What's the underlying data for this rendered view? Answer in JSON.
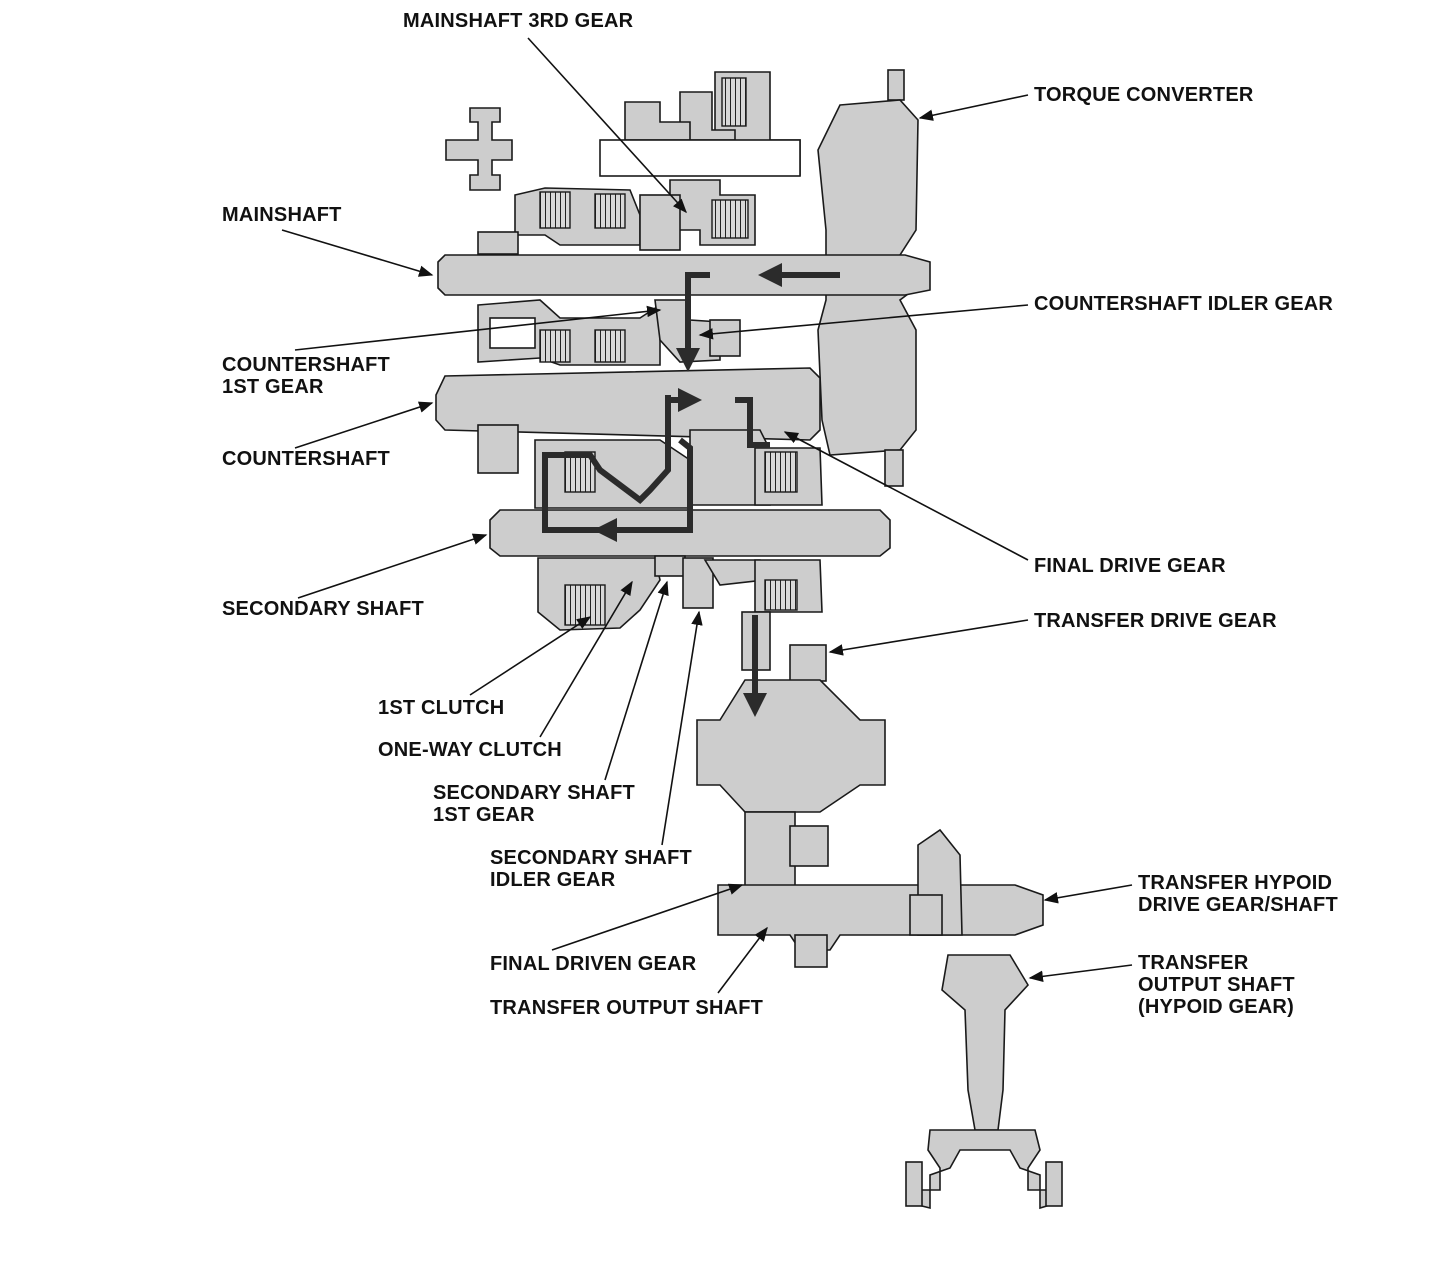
{
  "labels": {
    "mainshaft_3rd_gear": "MAINSHAFT 3RD GEAR",
    "torque_converter": "TORQUE CONVERTER",
    "mainshaft": "MAINSHAFT",
    "countershaft_idler_gear": "COUNTERSHAFT IDLER GEAR",
    "countershaft_1st_gear_line1": "COUNTERSHAFT",
    "countershaft_1st_gear_line2": "1ST GEAR",
    "countershaft": "COUNTERSHAFT",
    "final_drive_gear": "FINAL DRIVE GEAR",
    "secondary_shaft": "SECONDARY SHAFT",
    "transfer_drive_gear": "TRANSFER DRIVE GEAR",
    "first_clutch": "1ST CLUTCH",
    "one_way_clutch": "ONE-WAY CLUTCH",
    "secondary_shaft_1st_gear_line1": "SECONDARY SHAFT",
    "secondary_shaft_1st_gear_line2": "1ST GEAR",
    "secondary_shaft_idler_gear_line1": "SECONDARY SHAFT",
    "secondary_shaft_idler_gear_line2": "IDLER GEAR",
    "transfer_hypoid_drive_gear_line1": "TRANSFER HYPOID",
    "transfer_hypoid_drive_gear_line2": "DRIVE GEAR/SHAFT",
    "final_driven_gear": "FINAL DRIVEN GEAR",
    "transfer_output_shaft": "TRANSFER OUTPUT SHAFT",
    "transfer_output_hypoid_line1": "TRANSFER",
    "transfer_output_hypoid_line2": "OUTPUT SHAFT",
    "transfer_output_hypoid_line3": "(HYPOID GEAR)"
  },
  "colors": {
    "part_fill": "#cdcdcd",
    "outline": "#1a1a1a",
    "power_flow": "#2b2b2b"
  }
}
